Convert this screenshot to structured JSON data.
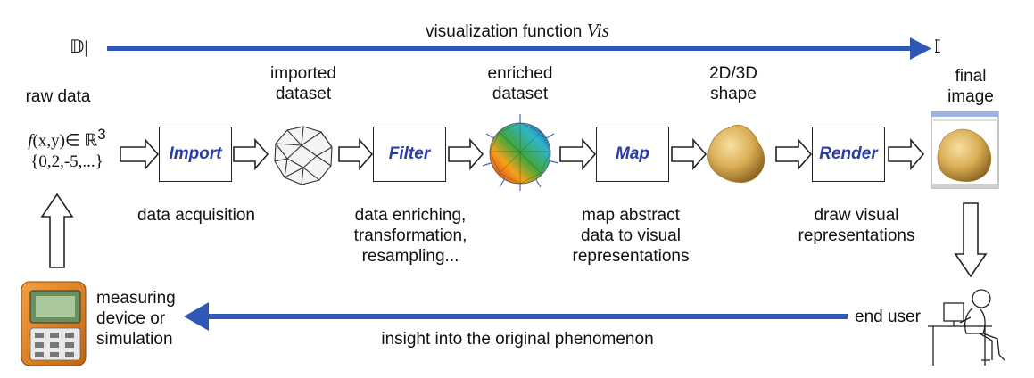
{
  "top": {
    "input_space": "𝔻|",
    "output_space": "𝕀",
    "title_prefix": "visualization function ",
    "title_italic": "Vis"
  },
  "data_labels": {
    "raw": [
      "raw data"
    ],
    "imported": [
      "imported",
      "dataset"
    ],
    "enriched": [
      "enriched",
      "dataset"
    ],
    "shape": [
      "2D/3D",
      "shape"
    ],
    "final": [
      "final",
      "image"
    ]
  },
  "formula": {
    "line1_fx": "f",
    "line1_rest": "(x,y)∈ ℝ",
    "line1_sup": "3",
    "line2": "{0,2,-5,...}"
  },
  "stages": [
    {
      "label": "Import",
      "description": [
        "data acquisition"
      ]
    },
    {
      "label": "Filter",
      "description": [
        "data enriching,",
        "transformation,",
        "resampling..."
      ]
    },
    {
      "label": "Map",
      "description": [
        "map abstract",
        "data to visual",
        "representations"
      ]
    },
    {
      "label": "Render",
      "description": [
        "draw visual",
        "representations"
      ]
    }
  ],
  "bottom": {
    "source": [
      "measuring",
      "device or",
      "simulation"
    ],
    "end_user": "end user",
    "feedback": "insight into the original phenomenon"
  },
  "colors": {
    "arrow_blue": "#2f57b5",
    "stage_text": "#2b3ca8",
    "shape_gold": "#d9ad55"
  }
}
